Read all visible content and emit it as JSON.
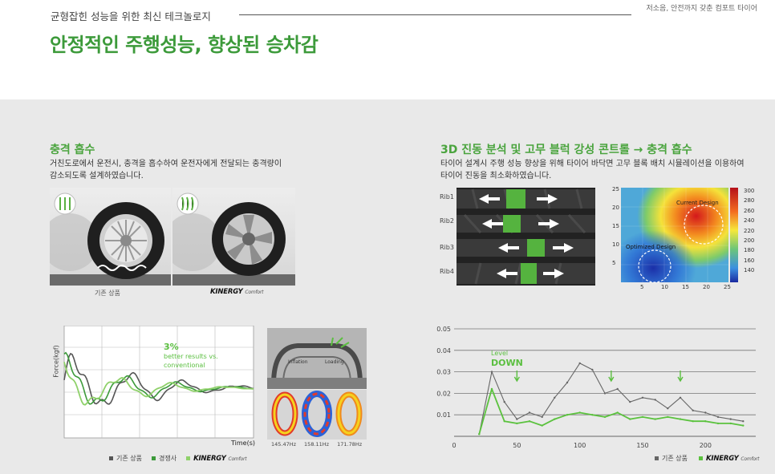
{
  "header": {
    "subtitle": "균형잡힌 성능을 위한 최신 테크놀로지",
    "corner_text": "저소음, 안전까지 갖춘 컴포트 타이어",
    "title": "안정적인 주행성능, 향상된 승차감"
  },
  "left": {
    "title": "충격 흡수",
    "desc_line1": "거친도로에서 운전시, 충격을 흡수하여 운전자에게 전달되는 충격량이",
    "desc_line2": "감소되도록 설계하였습니다.",
    "caption_left": "기존 상품",
    "brand_name": "KINERGY",
    "brand_suffix": "Comfort"
  },
  "right": {
    "title": "3D 진동 분석 및 고무 블럭 강성 콘트롤 → 충격 흡수",
    "desc_line1": "타이어 설계시 주행 성능 향상을 위해 타이어 바닥면 고무 블록 배치 시뮬레이션을 이용하여",
    "desc_line2": "타이어 진동을 최소화하였습니다.",
    "ribs": [
      "Rib1",
      "Rib2",
      "Rib3",
      "Rib4"
    ],
    "heatmap": {
      "label_current": "Current Design",
      "label_optimized": "Optimized Design",
      "y_ticks": [
        "25",
        "20",
        "15",
        "10",
        "5"
      ],
      "x_ticks": [
        "5",
        "10",
        "15",
        "20",
        "25"
      ],
      "colorbar_ticks": [
        "300",
        "280",
        "260",
        "240",
        "220",
        "200",
        "180",
        "160",
        "140"
      ]
    }
  },
  "force_chart": {
    "ylabel": "Force(kgf)",
    "xlabel": "Time(s)",
    "annotation_pct": "3%",
    "annotation_line1": "better results vs.",
    "annotation_line2": "conventional",
    "legend": [
      "기존 상품",
      "경쟁사"
    ],
    "colors": {
      "base": "#555555",
      "competitor": "#3c9a3a",
      "kinergy": "#8fd16a"
    }
  },
  "tire_sim": {
    "label_inflation": "Inflation",
    "label_loading": "Loading",
    "freqs": [
      "145.47Hz",
      "158.11Hz",
      "171.78Hz"
    ]
  },
  "chart_data": {
    "type": "line",
    "x": [
      20,
      30,
      40,
      50,
      60,
      70,
      80,
      90,
      100,
      110,
      120,
      130,
      140,
      150,
      160,
      170,
      180,
      190,
      200,
      210,
      220,
      230
    ],
    "xlim": [
      0,
      240
    ],
    "ylim": [
      0,
      0.05
    ],
    "x_ticks": [
      "0",
      "50",
      "100",
      "150",
      "200"
    ],
    "y_ticks": [
      "0.05",
      "0.04",
      "0.03",
      "0.02",
      "0.01"
    ],
    "annotation_line1": "Level",
    "annotation_line2": "DOWN",
    "series": [
      {
        "name": "기존 상품",
        "color": "#666666",
        "values": [
          0.001,
          0.03,
          0.016,
          0.008,
          0.011,
          0.009,
          0.018,
          0.025,
          0.034,
          0.031,
          0.02,
          0.022,
          0.016,
          0.018,
          0.017,
          0.013,
          0.018,
          0.012,
          0.011,
          0.009,
          0.008,
          0.007
        ]
      },
      {
        "name": "KINERGY Comfort",
        "color": "#5bc23e",
        "values": [
          0.001,
          0.022,
          0.007,
          0.006,
          0.007,
          0.005,
          0.008,
          0.01,
          0.011,
          0.01,
          0.009,
          0.011,
          0.008,
          0.009,
          0.008,
          0.009,
          0.008,
          0.007,
          0.007,
          0.006,
          0.006,
          0.005
        ]
      }
    ]
  }
}
